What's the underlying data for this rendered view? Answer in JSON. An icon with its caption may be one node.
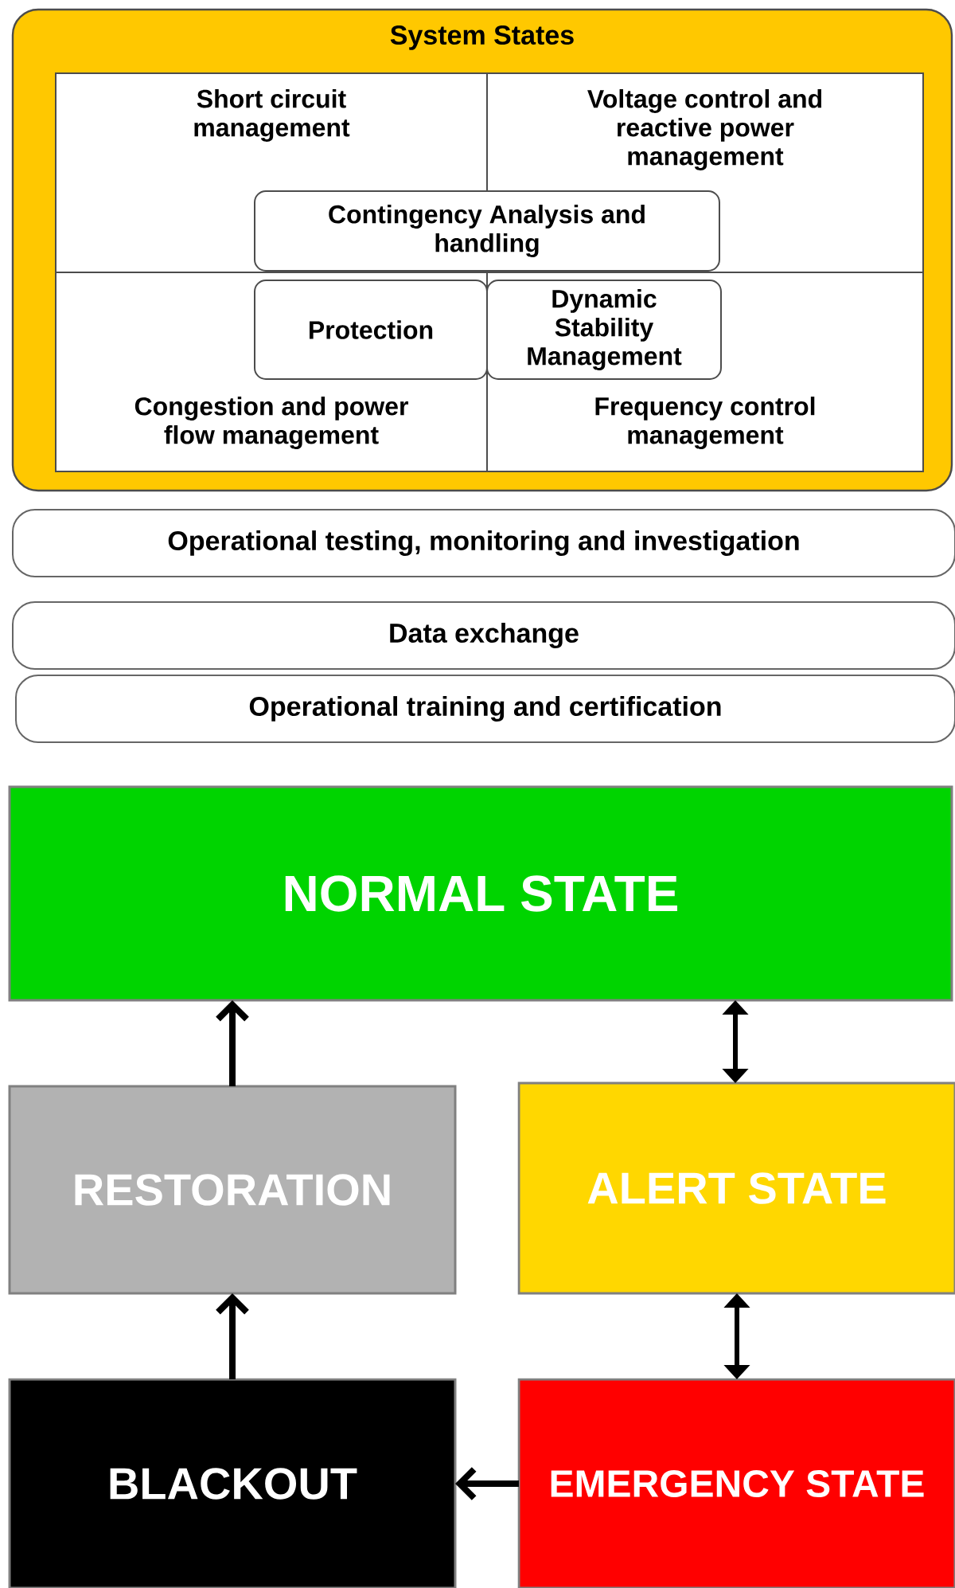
{
  "diagram": {
    "nodes": [
      {
        "text": [
          "System States"
        ]
      },
      {
        "text": [
          "Short circuit management"
        ],
        "in": 0
      },
      {
        "text": [
          "Voltage control and reactive power management"
        ],
        "in": 0
      },
      {
        "text": [
          "Contingency Analysis and handling"
        ],
        "in": 0
      },
      {
        "text": [
          "Congestion and power flow management"
        ],
        "in": 0
      },
      {
        "text": [
          "Protection"
        ],
        "in": 4
      },
      {
        "text": [
          "Frequency control management"
        ],
        "in": 0
      },
      {
        "text": [
          "Dynamic Stability Management"
        ],
        "in": 6
      },
      {
        "text": [
          "Operational testing, monitoring and investigation"
        ]
      },
      {
        "text": [
          "Data exchange"
        ]
      },
      {
        "text": [
          "Operational training and certification"
        ]
      },
      {
        "text": [
          "NORMAL STATE"
        ]
      },
      {
        "text": [
          "RESTORATION"
        ]
      },
      {
        "text": [
          "ALERT STATE"
        ]
      },
      {
        "text": [
          "BLACKOUT"
        ]
      },
      {
        "text": [
          "EMERGENCY STATE"
        ]
      }
    ],
    "edges": [
      {
        "from": 12,
        "to": 11,
        "arrow": "to"
      },
      {
        "from": 11,
        "to": 13,
        "arrow": "both"
      },
      {
        "from": 13,
        "to": 15,
        "arrow": "both"
      },
      {
        "from": 14,
        "to": 12,
        "arrow": "to"
      },
      {
        "from": 15,
        "to": 14,
        "arrow": "to"
      }
    ]
  }
}
